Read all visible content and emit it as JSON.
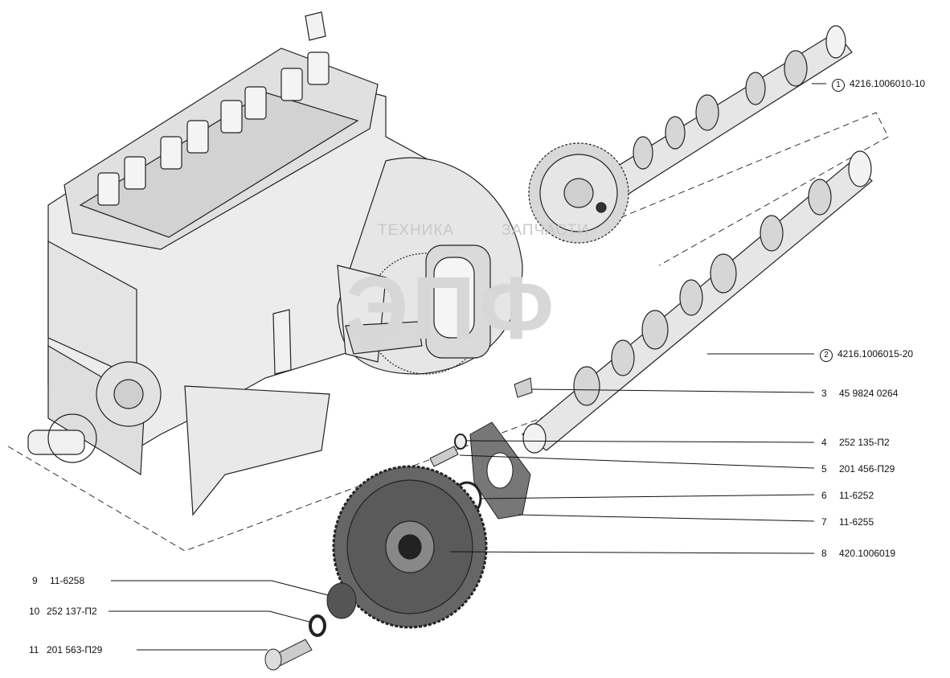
{
  "watermark": {
    "left_word": "ТЕХНИКА",
    "right_word": "ЗАПЧАСТИ",
    "big_letters": "ЭПФ"
  },
  "callouts": [
    {
      "num": "1",
      "circled": true,
      "part": "4216.1006010-10"
    },
    {
      "num": "2",
      "circled": true,
      "part": "4216.1006015-20"
    },
    {
      "num": "3",
      "circled": false,
      "part": "45 9824 0264"
    },
    {
      "num": "4",
      "circled": false,
      "part": "252 135-П2"
    },
    {
      "num": "5",
      "circled": false,
      "part": "201 456-П29"
    },
    {
      "num": "6",
      "circled": false,
      "part": "11-6252"
    },
    {
      "num": "7",
      "circled": false,
      "part": "11-6255"
    },
    {
      "num": "8",
      "circled": false,
      "part": "420.1006019"
    },
    {
      "num": "9",
      "circled": false,
      "part": "11-6258"
    },
    {
      "num": "10",
      "circled": false,
      "part": "252 137-П2"
    },
    {
      "num": "11",
      "circled": false,
      "part": "201 563-П29"
    }
  ],
  "colors": {
    "line": "#111111",
    "part_fill": "#e6e6e6",
    "part_dark": "#555555",
    "watermark": "#cfcfcf"
  }
}
